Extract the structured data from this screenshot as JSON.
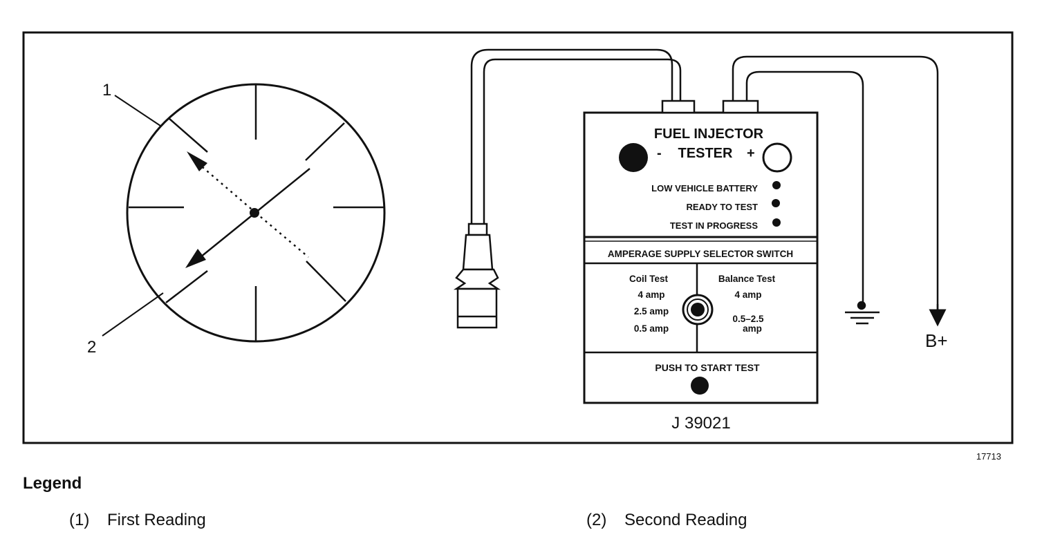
{
  "figure_id": "17713",
  "callouts": {
    "first": "1",
    "second": "2"
  },
  "tester": {
    "title_line1": "FUEL INJECTOR",
    "title_line2": "TESTER",
    "minus": "-",
    "plus": "+",
    "indicators": [
      "LOW VEHICLE BATTERY",
      "READY TO TEST",
      "TEST IN PROGRESS"
    ],
    "selector_title": "AMPERAGE SUPPLY SELECTOR SWITCH",
    "coil_test": {
      "label": "Coil Test",
      "options": [
        "4 amp",
        "2.5 amp",
        "0.5 amp"
      ]
    },
    "balance_test": {
      "label": "Balance Test",
      "options": [
        "4 amp",
        "0.5–2.5",
        "amp"
      ]
    },
    "push_label": "PUSH TO START TEST",
    "model": "J 39021"
  },
  "battery_label": "B+",
  "legend": {
    "title": "Legend",
    "items": [
      {
        "num": "(1)",
        "label": "First Reading"
      },
      {
        "num": "(2)",
        "label": "Second Reading"
      }
    ]
  }
}
